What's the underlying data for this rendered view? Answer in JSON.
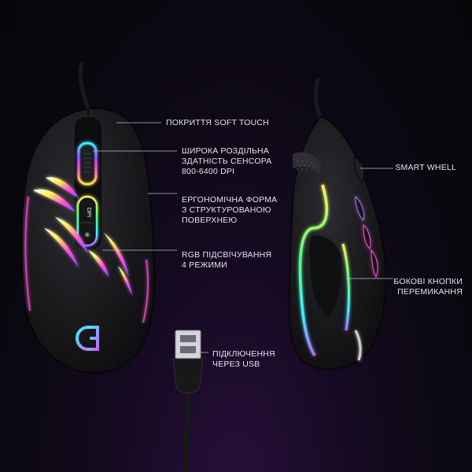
{
  "callouts": {
    "soft_touch": [
      "ПОКРИТТЯ SOFT TOUCH"
    ],
    "sensor": [
      "ШИРОКА РОЗДІЛЬНА",
      "ЗДАТНІСТЬ СЕНСОРА",
      "800-6400 DPI"
    ],
    "ergonomic": [
      "ЕРГОНОМІЧНА ФОРМА",
      "З СТРУКТУРОВАНОЮ",
      "ПОВЕРХНЕЮ"
    ],
    "rgb": [
      "RGB ПІДСВІЧУВАННЯ",
      "4 РЕЖИМИ"
    ],
    "usb": [
      "ПІДКЛЮЧЕННЯ",
      "ЧЕРЕЗ USB"
    ],
    "smart_wheel": [
      "SMART WHELL"
    ],
    "side_buttons": [
      "БОКОВІ КНОПКИ",
      "ПЕРЕМИКАННЯ"
    ]
  },
  "mouse_buttons": {
    "dpi_label": "DPI",
    "light_glyph": "✳"
  },
  "colors": {
    "rgb_light": [
      "#3cf2ff",
      "#8a5cff",
      "#ff4fd8",
      "#ffe14a",
      "#6cff7a"
    ]
  }
}
